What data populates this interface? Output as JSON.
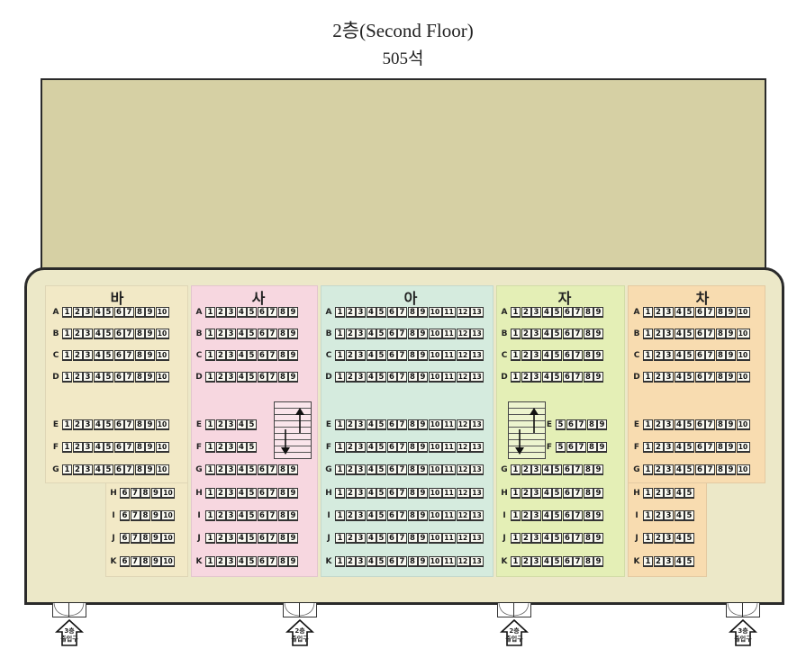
{
  "header": {
    "title": "2층(Second Floor)",
    "seat_count": "505석"
  },
  "colors": {
    "ba": "#f2e9c6",
    "sa": "#f7d7e0",
    "a": "#d5ebde",
    "ja": "#e4efb6",
    "cha": "#f8dcb0",
    "floor": "#ece8c8",
    "stage": "#d6d0a4"
  },
  "sections": [
    {
      "id": "ba",
      "label": "바",
      "rows": [
        {
          "label": "A",
          "seats": [
            "1",
            "2",
            "3",
            "4",
            "5",
            "6",
            "7",
            "8",
            "9",
            "10"
          ]
        },
        {
          "label": "B",
          "seats": [
            "1",
            "2",
            "3",
            "4",
            "5",
            "6",
            "7",
            "8",
            "9",
            "10"
          ]
        },
        {
          "label": "C",
          "seats": [
            "1",
            "2",
            "3",
            "4",
            "5",
            "6",
            "7",
            "8",
            "9",
            "10"
          ]
        },
        {
          "label": "D",
          "seats": [
            "1",
            "2",
            "3",
            "4",
            "5",
            "6",
            "7",
            "8",
            "9",
            "10"
          ]
        },
        {
          "label": "E",
          "seats": [
            "1",
            "2",
            "3",
            "4",
            "5",
            "6",
            "7",
            "8",
            "9",
            "10"
          ]
        },
        {
          "label": "F",
          "seats": [
            "1",
            "2",
            "3",
            "4",
            "5",
            "6",
            "7",
            "8",
            "9",
            "10"
          ]
        },
        {
          "label": "G",
          "seats": [
            "1",
            "2",
            "3",
            "4",
            "5",
            "6",
            "7",
            "8",
            "9",
            "10"
          ]
        },
        {
          "label": "H",
          "seats": [
            "6",
            "7",
            "8",
            "9",
            "10"
          ]
        },
        {
          "label": "I",
          "seats": [
            "6",
            "7",
            "8",
            "9",
            "10"
          ]
        },
        {
          "label": "J",
          "seats": [
            "6",
            "7",
            "8",
            "9",
            "10"
          ]
        },
        {
          "label": "K",
          "seats": [
            "6",
            "7",
            "8",
            "9",
            "10"
          ]
        }
      ]
    },
    {
      "id": "sa",
      "label": "사",
      "rows": [
        {
          "label": "A",
          "seats": [
            "1",
            "2",
            "3",
            "4",
            "5",
            "6",
            "7",
            "8",
            "9"
          ]
        },
        {
          "label": "B",
          "seats": [
            "1",
            "2",
            "3",
            "4",
            "5",
            "6",
            "7",
            "8",
            "9"
          ]
        },
        {
          "label": "C",
          "seats": [
            "1",
            "2",
            "3",
            "4",
            "5",
            "6",
            "7",
            "8",
            "9"
          ]
        },
        {
          "label": "D",
          "seats": [
            "1",
            "2",
            "3",
            "4",
            "5",
            "6",
            "7",
            "8",
            "9"
          ]
        },
        {
          "label": "E",
          "seats": [
            "1",
            "2",
            "3",
            "4",
            "5"
          ]
        },
        {
          "label": "F",
          "seats": [
            "1",
            "2",
            "3",
            "4",
            "5"
          ]
        },
        {
          "label": "G",
          "seats": [
            "1",
            "2",
            "3",
            "4",
            "5",
            "6",
            "7",
            "8",
            "9"
          ]
        },
        {
          "label": "H",
          "seats": [
            "1",
            "2",
            "3",
            "4",
            "5",
            "6",
            "7",
            "8",
            "9"
          ]
        },
        {
          "label": "I",
          "seats": [
            "1",
            "2",
            "3",
            "4",
            "5",
            "6",
            "7",
            "8",
            "9"
          ]
        },
        {
          "label": "J",
          "seats": [
            "1",
            "2",
            "3",
            "4",
            "5",
            "6",
            "7",
            "8",
            "9"
          ]
        },
        {
          "label": "K",
          "seats": [
            "1",
            "2",
            "3",
            "4",
            "5",
            "6",
            "7",
            "8",
            "9"
          ]
        }
      ]
    },
    {
      "id": "a",
      "label": "아",
      "rows": [
        {
          "label": "A",
          "seats": [
            "1",
            "2",
            "3",
            "4",
            "5",
            "6",
            "7",
            "8",
            "9",
            "10",
            "11",
            "12",
            "13"
          ]
        },
        {
          "label": "B",
          "seats": [
            "1",
            "2",
            "3",
            "4",
            "5",
            "6",
            "7",
            "8",
            "9",
            "10",
            "11",
            "12",
            "13"
          ]
        },
        {
          "label": "C",
          "seats": [
            "1",
            "2",
            "3",
            "4",
            "5",
            "6",
            "7",
            "8",
            "9",
            "10",
            "11",
            "12",
            "13"
          ]
        },
        {
          "label": "D",
          "seats": [
            "1",
            "2",
            "3",
            "4",
            "5",
            "6",
            "7",
            "8",
            "9",
            "10",
            "11",
            "12",
            "13"
          ]
        },
        {
          "label": "E",
          "seats": [
            "1",
            "2",
            "3",
            "4",
            "5",
            "6",
            "7",
            "8",
            "9",
            "10",
            "11",
            "12",
            "13"
          ]
        },
        {
          "label": "F",
          "seats": [
            "1",
            "2",
            "3",
            "4",
            "5",
            "6",
            "7",
            "8",
            "9",
            "10",
            "11",
            "12",
            "13"
          ]
        },
        {
          "label": "G",
          "seats": [
            "1",
            "2",
            "3",
            "4",
            "5",
            "6",
            "7",
            "8",
            "9",
            "10",
            "11",
            "12",
            "13"
          ]
        },
        {
          "label": "H",
          "seats": [
            "1",
            "2",
            "3",
            "4",
            "5",
            "6",
            "7",
            "8",
            "9",
            "10",
            "11",
            "12",
            "13"
          ]
        },
        {
          "label": "I",
          "seats": [
            "1",
            "2",
            "3",
            "4",
            "5",
            "6",
            "7",
            "8",
            "9",
            "10",
            "11",
            "12",
            "13"
          ]
        },
        {
          "label": "J",
          "seats": [
            "1",
            "2",
            "3",
            "4",
            "5",
            "6",
            "7",
            "8",
            "9",
            "10",
            "11",
            "12",
            "13"
          ]
        },
        {
          "label": "K",
          "seats": [
            "1",
            "2",
            "3",
            "4",
            "5",
            "6",
            "7",
            "8",
            "9",
            "10",
            "11",
            "12",
            "13"
          ]
        }
      ]
    },
    {
      "id": "ja",
      "label": "자",
      "rows": [
        {
          "label": "A",
          "seats": [
            "1",
            "2",
            "3",
            "4",
            "5",
            "6",
            "7",
            "8",
            "9"
          ]
        },
        {
          "label": "B",
          "seats": [
            "1",
            "2",
            "3",
            "4",
            "5",
            "6",
            "7",
            "8",
            "9"
          ]
        },
        {
          "label": "C",
          "seats": [
            "1",
            "2",
            "3",
            "4",
            "5",
            "6",
            "7",
            "8",
            "9"
          ]
        },
        {
          "label": "D",
          "seats": [
            "1",
            "2",
            "3",
            "4",
            "5",
            "6",
            "7",
            "8",
            "9"
          ]
        },
        {
          "label": "E",
          "seats": [
            "5",
            "6",
            "7",
            "8",
            "9"
          ]
        },
        {
          "label": "F",
          "seats": [
            "5",
            "6",
            "7",
            "8",
            "9"
          ]
        },
        {
          "label": "G",
          "seats": [
            "1",
            "2",
            "3",
            "4",
            "5",
            "6",
            "7",
            "8",
            "9"
          ]
        },
        {
          "label": "H",
          "seats": [
            "1",
            "2",
            "3",
            "4",
            "5",
            "6",
            "7",
            "8",
            "9"
          ]
        },
        {
          "label": "I",
          "seats": [
            "1",
            "2",
            "3",
            "4",
            "5",
            "6",
            "7",
            "8",
            "9"
          ]
        },
        {
          "label": "J",
          "seats": [
            "1",
            "2",
            "3",
            "4",
            "5",
            "6",
            "7",
            "8",
            "9"
          ]
        },
        {
          "label": "K",
          "seats": [
            "1",
            "2",
            "3",
            "4",
            "5",
            "6",
            "7",
            "8",
            "9"
          ]
        }
      ]
    },
    {
      "id": "cha",
      "label": "차",
      "rows": [
        {
          "label": "A",
          "seats": [
            "1",
            "2",
            "3",
            "4",
            "5",
            "6",
            "7",
            "8",
            "9",
            "10"
          ]
        },
        {
          "label": "B",
          "seats": [
            "1",
            "2",
            "3",
            "4",
            "5",
            "6",
            "7",
            "8",
            "9",
            "10"
          ]
        },
        {
          "label": "C",
          "seats": [
            "1",
            "2",
            "3",
            "4",
            "5",
            "6",
            "7",
            "8",
            "9",
            "10"
          ]
        },
        {
          "label": "D",
          "seats": [
            "1",
            "2",
            "3",
            "4",
            "5",
            "6",
            "7",
            "8",
            "9",
            "10"
          ]
        },
        {
          "label": "E",
          "seats": [
            "1",
            "2",
            "3",
            "4",
            "5",
            "6",
            "7",
            "8",
            "9",
            "10"
          ]
        },
        {
          "label": "F",
          "seats": [
            "1",
            "2",
            "3",
            "4",
            "5",
            "6",
            "7",
            "8",
            "9",
            "10"
          ]
        },
        {
          "label": "G",
          "seats": [
            "1",
            "2",
            "3",
            "4",
            "5",
            "6",
            "7",
            "8",
            "9",
            "10"
          ]
        },
        {
          "label": "H",
          "seats": [
            "1",
            "2",
            "3",
            "4",
            "5"
          ]
        },
        {
          "label": "I",
          "seats": [
            "1",
            "2",
            "3",
            "4",
            "5"
          ]
        },
        {
          "label": "J",
          "seats": [
            "1",
            "2",
            "3",
            "4",
            "5"
          ]
        },
        {
          "label": "K",
          "seats": [
            "1",
            "2",
            "3",
            "4",
            "5"
          ]
        }
      ]
    }
  ],
  "exits": [
    {
      "floor": "3층",
      "label": "출입구"
    },
    {
      "floor": "2층",
      "label": "출입구"
    },
    {
      "floor": "2층",
      "label": "출입구"
    },
    {
      "floor": "3층",
      "label": "출입구"
    }
  ],
  "icons": {
    "stair": "stair-icon",
    "exit": "exit-arrow-icon"
  }
}
